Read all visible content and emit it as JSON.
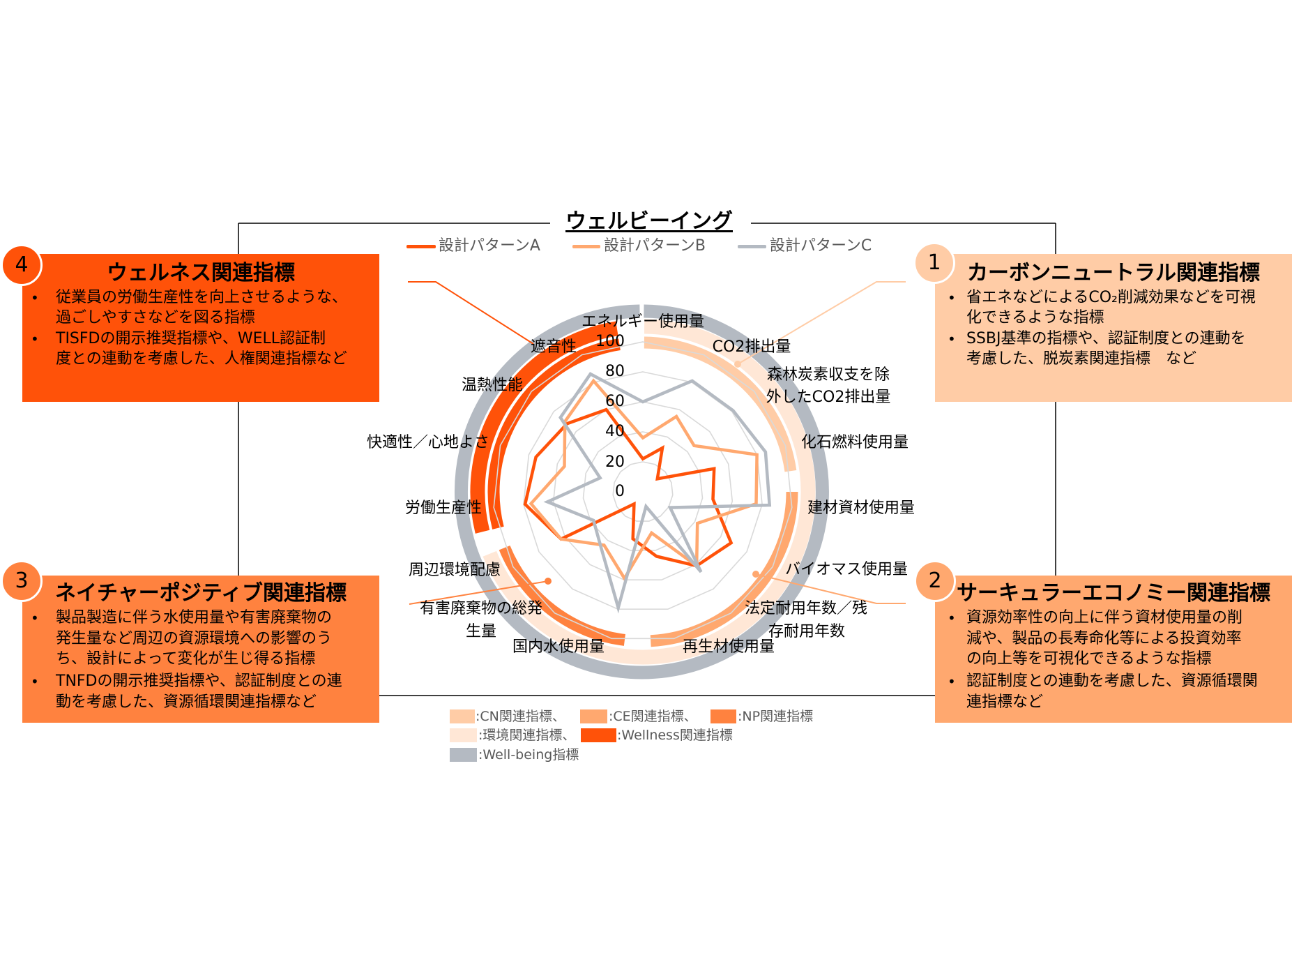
{
  "title": "ウェルビーイング",
  "legend": {
    "items": [
      {
        "label": "設計パターンA",
        "color": "#FF5209"
      },
      {
        "label": "設計パターンB",
        "color": "#FFA86F"
      },
      {
        "label": "設計パターンC",
        "color": "#B4BAC2"
      }
    ]
  },
  "callouts": [
    {
      "number": "4",
      "title": "ウェルネス関連指標",
      "color": "#FF5209",
      "bullet_glyph": "•",
      "lines": [
        "従業員の労働生産性を向上させるような、",
        "過ごしやすさなどを図る指標",
        "TISFDの開示推奨指標や、WELL認証制",
        "度との連動を考慮した、人権関連指標など"
      ]
    },
    {
      "number": "1",
      "title": "カーボンニュートラル関連指標",
      "color": "#FFCCA6",
      "bullet_glyph": "•",
      "lines": [
        "省エネなどによるCO₂削減効果などを可視",
        "化できるような指標",
        "SSBJ基準の指標や、認証制度との連動を",
        "考慮した、脱炭素関連指標　など"
      ]
    },
    {
      "number": "3",
      "title": "ネイチャーポジティブ関連指標",
      "color": "#FF823F",
      "bullet_glyph": "•",
      "lines": [
        "製品製造に伴う水使用量や有害廃棄物の",
        "発生量など周辺の資源環境への影響のう",
        "ち、設計によって変化が生じ得る指標",
        "TNFDの開示推奨指標や、認証制度との連",
        "動を考慮した、資源循環関連指標など"
      ]
    },
    {
      "number": "2",
      "title": "サーキュラーエコノミー関連指標",
      "color": "#FFA86F",
      "bullet_glyph": "•",
      "lines": [
        "資源効率性の向上に伴う資材使用量の削",
        "減や、製品の長寿命化等による投資効率",
        "の向上等を可視化できるような指標",
        "認証制度との連動を考慮した、資源循環関",
        "連指標など"
      ]
    }
  ],
  "category_legend": {
    "items": [
      {
        "label": ":CN関連指標、",
        "color": "#FFCCA6"
      },
      {
        "label": ":CE関連指標、",
        "color": "#FFA86F"
      },
      {
        "label": ":NP関連指標",
        "color": "#FF823F"
      },
      {
        "label": ":環境関連指標、",
        "color": "#FFE7D6"
      },
      {
        "label": ":Wellness関連指標",
        "color": "#FF5209"
      },
      {
        "label": ":Well-being指標",
        "color": "#B4BAC2"
      }
    ]
  },
  "chart_data": {
    "type": "radar",
    "title": "ウェルビーイング",
    "legend_position": "top",
    "rlim": [
      0,
      100
    ],
    "radial_ticks": [
      "0",
      "20",
      "40",
      "60",
      "80",
      "100"
    ],
    "grid": true,
    "categories": [
      "エネルギー使用量",
      "CO2排出量",
      "森林炭素収支を除外したCO2排出量",
      "化石燃料使用量",
      "建材資材使用量",
      "バイオマス使用量",
      "法定耐用年数／残存耐用年数",
      "再生材使用量",
      "国内水使用量",
      "有害廃棄物の総発生量",
      "周辺環境配慮",
      "労働生産性",
      "快適性／心地よさ",
      "温熱性能",
      "遮音性"
    ],
    "category_label_lines": [
      [
        "エネルギー使用量"
      ],
      [
        "CO2排出量"
      ],
      [
        "森林炭素収支を除",
        "外したCO2排出量"
      ],
      [
        "化石燃料使用量"
      ],
      [
        "建材資材使用量"
      ],
      [
        "バイオマス使用量"
      ],
      [
        "法定耐用年数／残",
        "存耐用年数"
      ],
      [
        "再生材使用量"
      ],
      [
        "国内水使用量"
      ],
      [
        "有害廃棄物の総発",
        "生量"
      ],
      [
        "周辺環境配慮"
      ],
      [
        "労働生産性"
      ],
      [
        "快適性／心地よさ"
      ],
      [
        "温熱性能"
      ],
      [
        "遮音性"
      ]
    ],
    "series": [
      {
        "name": "設計パターンA",
        "color": "#FF5209",
        "values": [
          22,
          32,
          13,
          50,
          47,
          68,
          61,
          44,
          32,
          10,
          63,
          79,
          75,
          68,
          60
        ]
      },
      {
        "name": "設計パターンB",
        "color": "#FFA86F",
        "values": [
          36,
          55,
          46,
          80,
          76,
          42,
          61,
          28,
          59,
          44,
          63,
          75,
          55,
          70,
          81
        ]
      },
      {
        "name": "設計パターンC",
        "color": "#B4BAC2",
        "values": [
          60,
          81,
          81,
          86,
          85,
          21,
          66,
          10,
          79,
          47,
          38,
          64,
          30,
          74,
          86
        ]
      }
    ],
    "category_groups": [
      {
        "name": "CN関連指標",
        "color": "#FFCCA6",
        "ring": "inner",
        "axes": [
          0,
          1,
          2,
          3
        ],
        "start_deg": 0.5,
        "end_deg": 82
      },
      {
        "name": "CE関連指標",
        "color": "#FFA86F",
        "ring": "inner",
        "axes": [
          4,
          5,
          6,
          7
        ],
        "start_deg": 90,
        "end_deg": 177
      },
      {
        "name": "NP関連指標",
        "color": "#FF823F",
        "ring": "inner",
        "axes": [
          8,
          9,
          10
        ],
        "start_deg": 187,
        "end_deg": 248
      },
      {
        "name": "Wellness関連指標",
        "color": "#FF5209",
        "ring": "inner",
        "axes": [
          11,
          12,
          13,
          14
        ],
        "start_deg": 256,
        "end_deg": 351
      },
      {
        "name": "環境関連指標",
        "color": "#FFE7D6",
        "ring": "outer",
        "axes": [
          0,
          1,
          2,
          3,
          4,
          5,
          6,
          7,
          8,
          9,
          10
        ],
        "start_deg": 0.5,
        "end_deg": 248
      },
      {
        "name": "Wellness関連指標",
        "color": "#FF5209",
        "ring": "outer",
        "axes": [
          11,
          12,
          13,
          14
        ],
        "start_deg": 256,
        "end_deg": 351
      },
      {
        "name": "Well-being指標",
        "color": "#B4BAC2",
        "ring": "outermost",
        "axes": [
          0,
          1,
          2,
          3,
          4,
          5,
          6,
          7,
          8,
          9,
          10,
          11,
          12,
          13,
          14
        ],
        "start_deg": 0.3,
        "end_deg": 359.0
      }
    ]
  }
}
